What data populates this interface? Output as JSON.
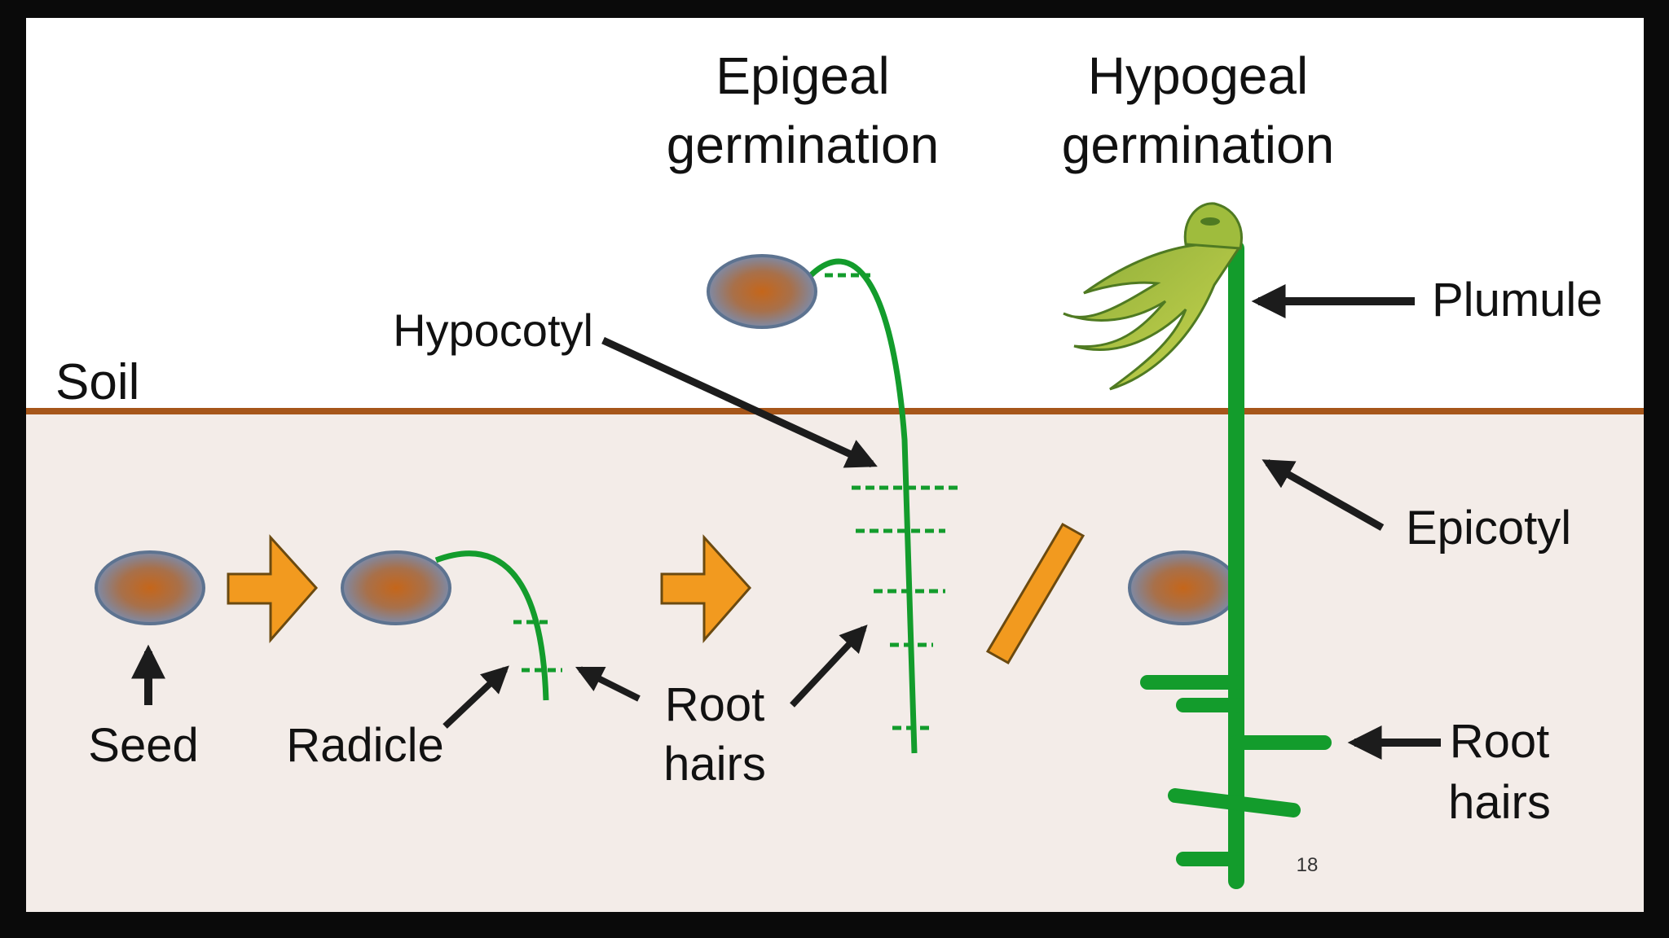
{
  "labels": {
    "epigeal_line1": "Epigeal",
    "epigeal_line2": "germination",
    "hypogeal_line1": "Hypogeal",
    "hypogeal_line2": "germination",
    "soil": "Soil",
    "hypocotyl": "Hypocotyl",
    "plumule": "Plumule",
    "epicotyl": "Epicotyl",
    "seed": "Seed",
    "radicle": "Radicle",
    "root_hairs_1_line1": "Root",
    "root_hairs_1_line2": "hairs",
    "root_hairs_2_line1": "Root",
    "root_hairs_2_line2": "hairs",
    "page_number": "18"
  },
  "colors": {
    "frame": "#0a0a0a",
    "sky": "#ffffff",
    "soil_fill": "#f3ece8",
    "soil_line": "#a6561a",
    "stem_green": "#139c2c",
    "arrow_orange": "#f29a1f",
    "seed_outline": "#5d7390",
    "seed_center": "#c0661a",
    "seed_edge": "#8a8fa3",
    "leaf_light": "#b7c94a",
    "leaf_dark": "#5f8a2c",
    "pointer": "#1c1c1c"
  }
}
